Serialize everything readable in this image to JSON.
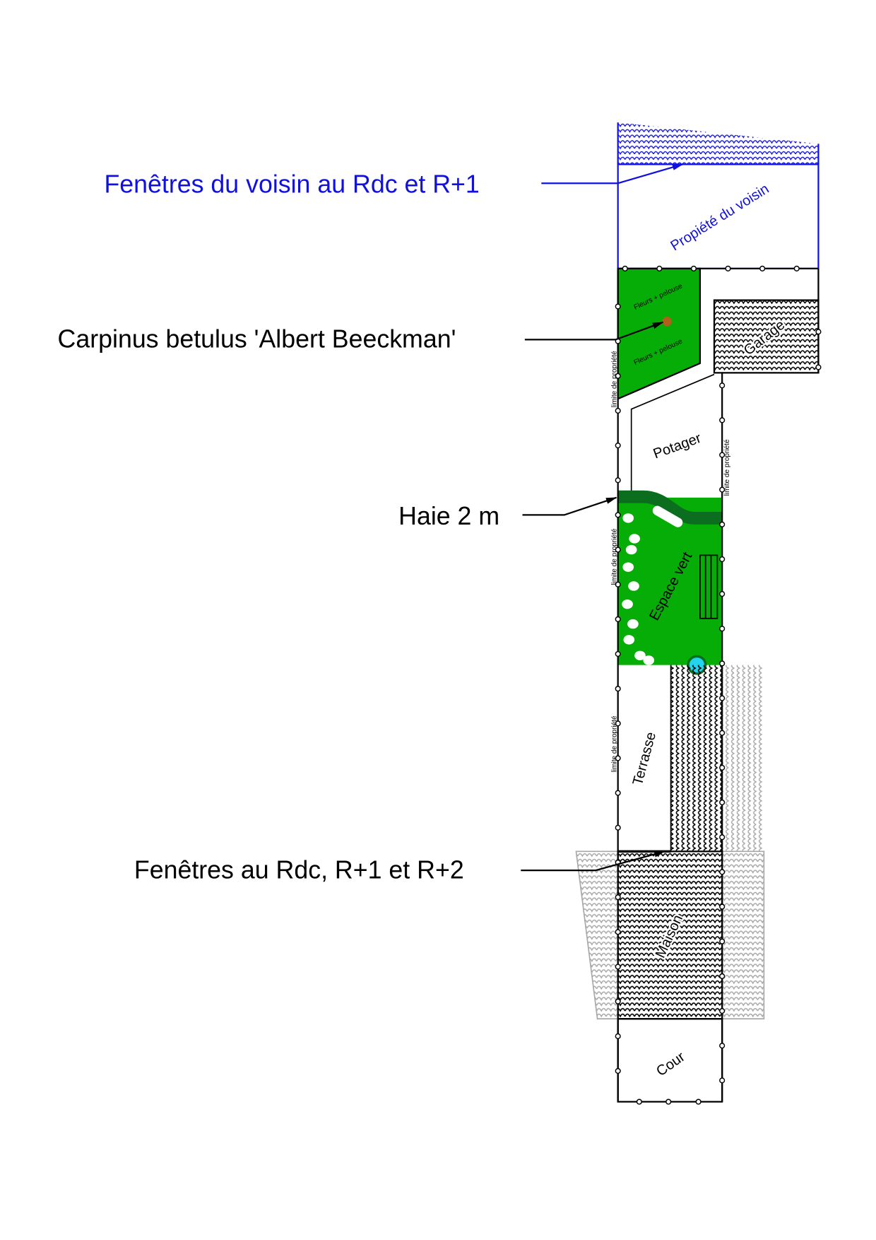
{
  "annotations": {
    "neighbor_windows": "Fenêtres du voisin au Rdc et R+1",
    "tree": "Carpinus betulus 'Albert Beeckman'",
    "hedge": "Haie 2 m",
    "house_windows": "Fenêtres au Rdc, R+1 et R+2"
  },
  "zones": {
    "neighbor_property": "Propiété du voisin",
    "flowers_1": "Fleurs + pelouse",
    "flowers_2": "Fleurs + pelouse",
    "garage": "Garage",
    "vegetable_garden": "Potager",
    "green_space": "Espace vert",
    "terrace": "Terrasse",
    "house": "Maison",
    "courtyard": "Cour"
  },
  "boundary_labels": [
    "limite de propriété",
    "limite de propriété",
    "limite de propriété",
    "limite de propriété"
  ],
  "colors": {
    "neighbor": "#1010e0",
    "lawn": "#06ad06",
    "hedge": "#0a6e1e",
    "tree": "#b0601a",
    "pool": "#22d4ee",
    "hatch_gray": "#a8a8a8"
  }
}
